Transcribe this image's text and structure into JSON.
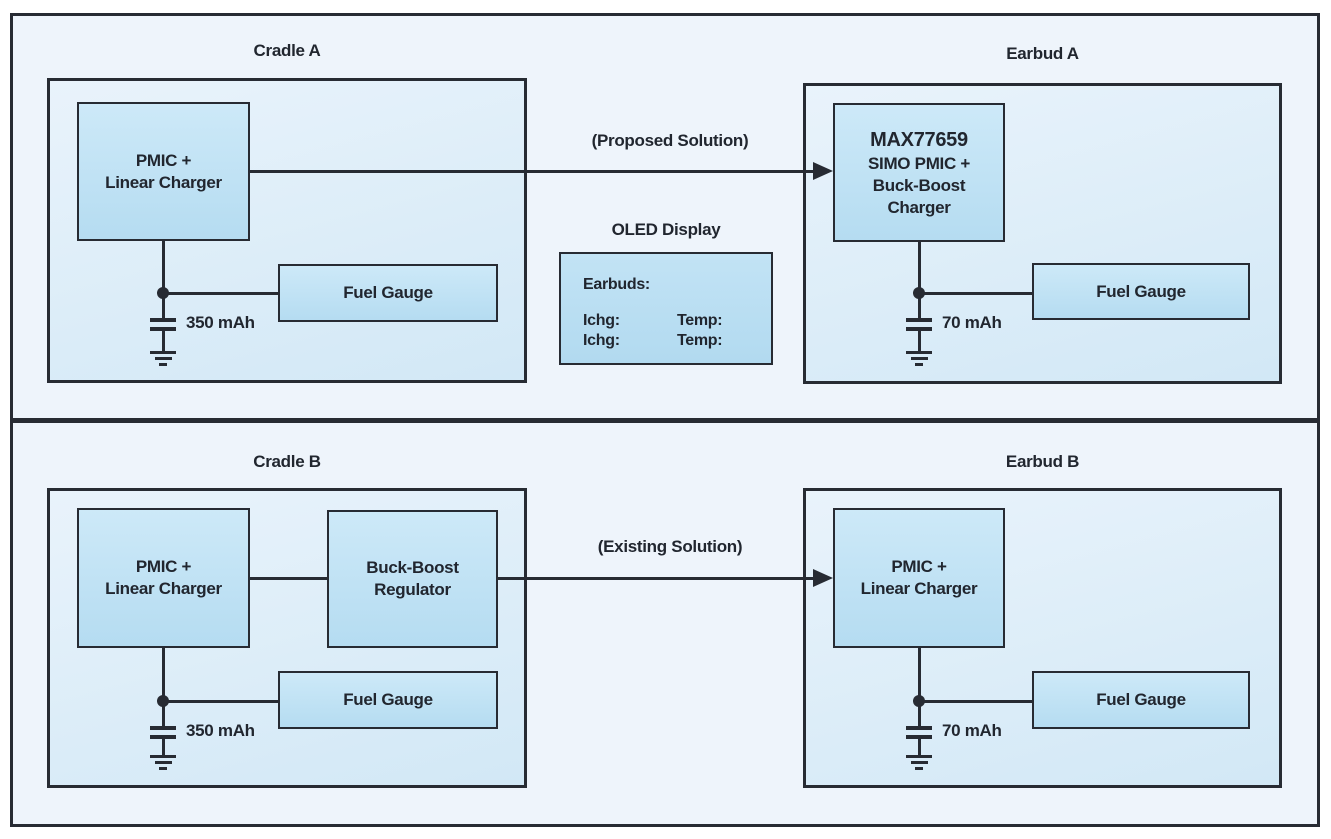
{
  "colors": {
    "frame_border": "#272b33",
    "canvas_fill": "#eef4fb",
    "section_fill_top": "#e9f3fb",
    "section_fill_bottom": "#d2e8f6",
    "block_fill_top": "#cde9f8",
    "block_fill_bottom": "#b5dcf1",
    "text": "#21262f",
    "page_background": "#ffffff"
  },
  "top": {
    "cradle": {
      "title": "Cradle A",
      "pmic": {
        "line1": "PMIC +",
        "line2": "Linear Charger"
      },
      "fuel_gauge": "Fuel Gauge",
      "battery": "350 mAh"
    },
    "arrow_label": "(Proposed Solution)",
    "oled": {
      "title": "OLED Display",
      "heading": "Earbuds:",
      "row1_ichg": "Ichg:",
      "row1_temp": "Temp:",
      "row2_ichg": "Ichg:",
      "row2_temp": "Temp:"
    },
    "earbud": {
      "title": "Earbud A",
      "chip": {
        "name": "MAX77659",
        "line2": "SIMO PMIC +",
        "line3": "Buck-Boost",
        "line4": "Charger"
      },
      "fuel_gauge": "Fuel Gauge",
      "battery": "70 mAh"
    }
  },
  "bottom": {
    "cradle": {
      "title": "Cradle B",
      "pmic": {
        "line1": "PMIC +",
        "line2": "Linear Charger"
      },
      "regulator": {
        "line1": "Buck-Boost",
        "line2": "Regulator"
      },
      "fuel_gauge": "Fuel Gauge",
      "battery": "350 mAh"
    },
    "arrow_label": "(Existing Solution)",
    "earbud": {
      "title": "Earbud B",
      "pmic": {
        "line1": "PMIC +",
        "line2": "Linear Charger"
      },
      "fuel_gauge": "Fuel Gauge",
      "battery": "70 mAh"
    }
  }
}
